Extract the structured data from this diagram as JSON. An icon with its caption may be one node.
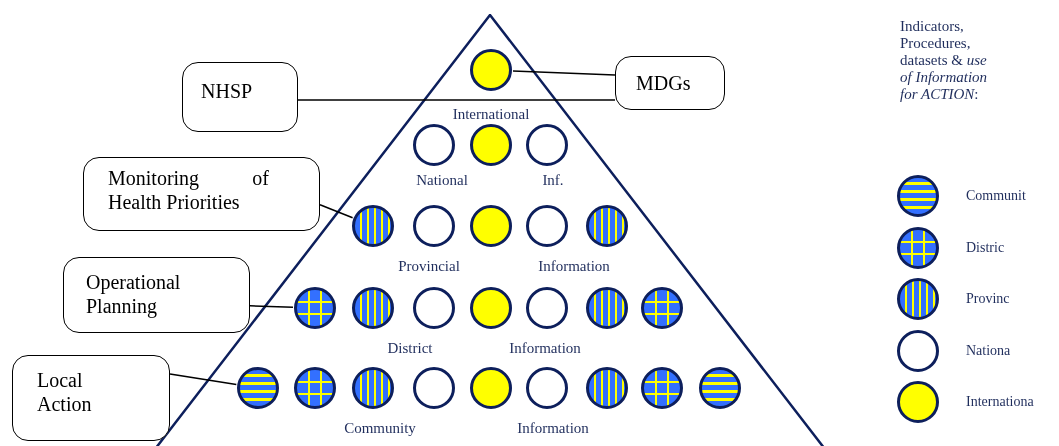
{
  "diagram": {
    "nodes": [
      {
        "text": [],
        "shape": "triangle"
      },
      {
        "text": [],
        "shape": "circle",
        "in": 0
      },
      {
        "text": [],
        "shape": "circle",
        "in": 0
      },
      {
        "text": [],
        "shape": "circle",
        "in": 0
      },
      {
        "text": [],
        "shape": "circle",
        "in": 0
      },
      {
        "text": [],
        "shape": "circle",
        "in": 0
      },
      {
        "text": [],
        "shape": "circle",
        "in": 0
      },
      {
        "text": [],
        "shape": "circle",
        "in": 0
      },
      {
        "text": [],
        "shape": "circle",
        "in": 0
      },
      {
        "text": [],
        "shape": "circle",
        "in": 0
      },
      {
        "text": [],
        "shape": "circle",
        "in": 0
      },
      {
        "text": [],
        "shape": "circle",
        "in": 0
      },
      {
        "text": [],
        "shape": "circle",
        "in": 0
      },
      {
        "text": [],
        "shape": "circle",
        "in": 0
      },
      {
        "text": [],
        "shape": "circle",
        "in": 0
      },
      {
        "text": [],
        "shape": "circle",
        "in": 0
      },
      {
        "text": [],
        "shape": "circle",
        "in": 0
      },
      {
        "text": [],
        "shape": "circle",
        "in": 0
      },
      {
        "text": [],
        "shape": "circle",
        "in": 0
      },
      {
        "text": [],
        "shape": "circle",
        "in": 0
      },
      {
        "text": [],
        "shape": "circle",
        "in": 0
      },
      {
        "text": [],
        "shape": "circle",
        "in": 0
      },
      {
        "text": [],
        "shape": "circle",
        "in": 0
      },
      {
        "text": [],
        "shape": "circle",
        "in": 0
      },
      {
        "text": [],
        "shape": "circle",
        "in": 0
      },
      {
        "text": [],
        "shape": "circle",
        "in": 0
      },
      {
        "text": [
          "NHSP"
        ]
      },
      {
        "text": [
          "MDGs"
        ]
      },
      {
        "text": [
          "Monitoring of Health Priorities"
        ]
      },
      {
        "text": [
          "Operational Planning"
        ]
      },
      {
        "text": [
          "Local Action"
        ]
      }
    ],
    "edges": [
      {
        "from": 26,
        "to": 27,
        "arrow": "none"
      },
      {
        "from": 27,
        "to": 1,
        "arrow": "none"
      },
      {
        "from": 28,
        "to": 5,
        "arrow": "none"
      },
      {
        "from": 29,
        "to": 10,
        "arrow": "none"
      },
      {
        "from": 30,
        "to": 17,
        "arrow": "none"
      }
    ],
    "labels": [
      "International",
      "National",
      "Inf.",
      "Provincial",
      "Information",
      "District",
      "Information",
      "Community",
      "Information",
      "Indicators, Procedures, datasets & *use of Information for ACTION*:"
    ],
    "legend": [
      {
        "text": "Communit"
      },
      {
        "text": "Distric"
      },
      {
        "text": "Provinc"
      },
      {
        "text": "Nationa",
        "color": "#ffffff"
      },
      {
        "text": "Internationa",
        "color": "#ffff00"
      }
    ]
  }
}
